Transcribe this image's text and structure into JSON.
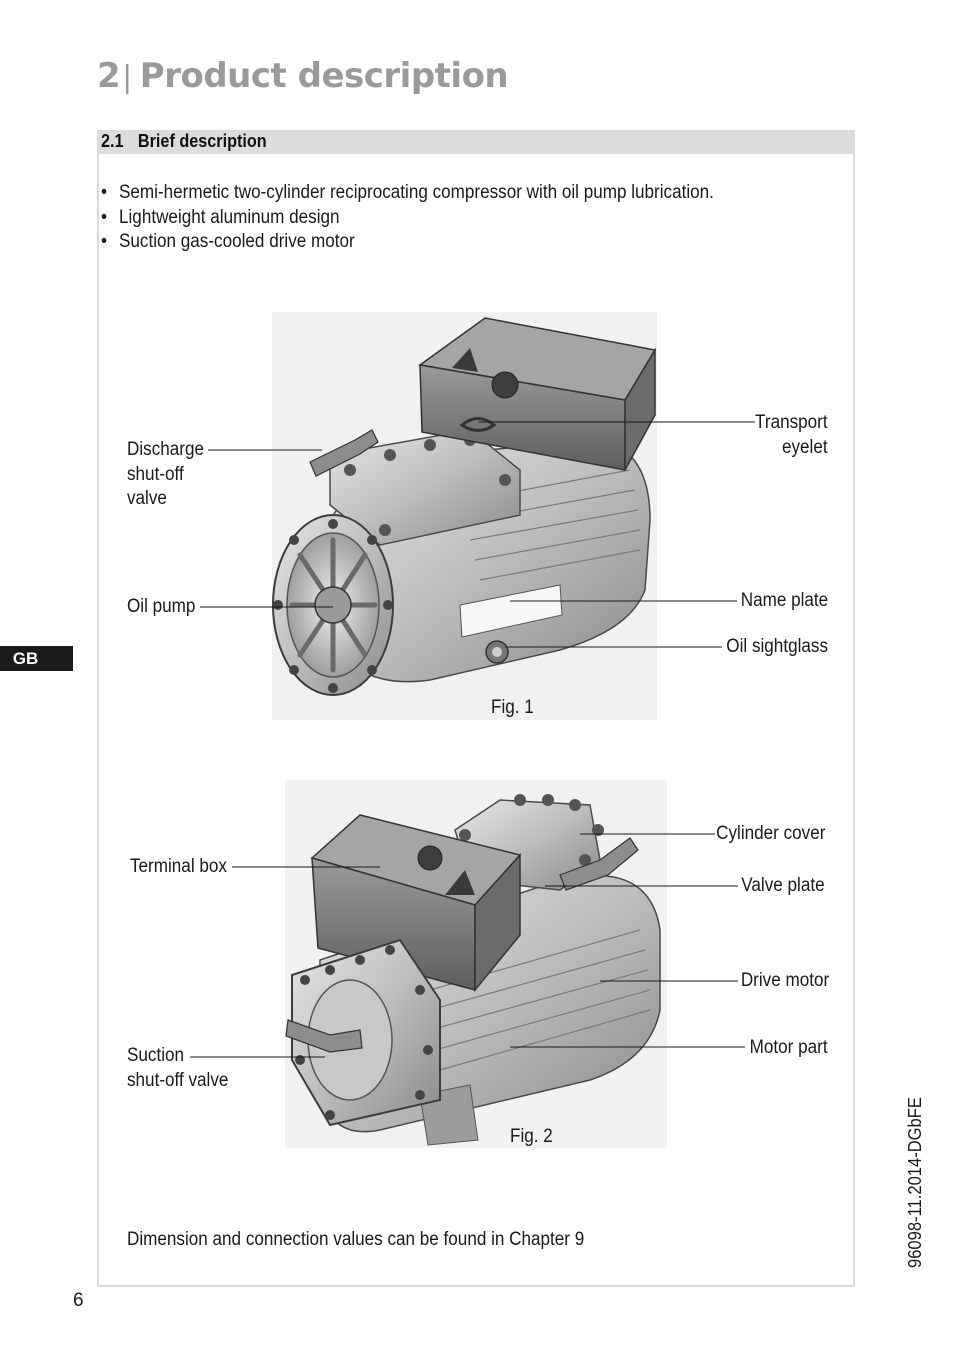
{
  "chapter": {
    "number": "2",
    "separator": "|",
    "title": "Product description"
  },
  "section": {
    "number": "2.1",
    "title": "Brief description"
  },
  "bullets": [
    "Semi-hermetic two-cylinder reciprocating compressor with oil pump lubrication.",
    "Lightweight aluminum design",
    "Suction gas-cooled drive motor"
  ],
  "figure1": {
    "caption": "Fig. 1",
    "labels": {
      "discharge_valve": [
        "Discharge",
        "shut-off",
        "valve"
      ],
      "oil_pump": "Oil pump",
      "transport_eyelet": [
        "Transport",
        "eyelet"
      ],
      "name_plate": "Name plate",
      "oil_sightglass": "Oil sightglass"
    }
  },
  "figure2": {
    "caption": "Fig. 2",
    "labels": {
      "terminal_box": "Terminal box",
      "suction_valve": [
        "Suction",
        "shut-off valve"
      ],
      "cylinder_cover": "Cylinder cover",
      "valve_plate": "Valve plate",
      "drive_motor": "Drive motor",
      "motor_part": "Motor part"
    }
  },
  "footnote": "Dimension and connection values can be found in Chapter 9",
  "language_tab": "GB",
  "page_number": "6",
  "document_code": "96098-11.2014-DGbFE"
}
